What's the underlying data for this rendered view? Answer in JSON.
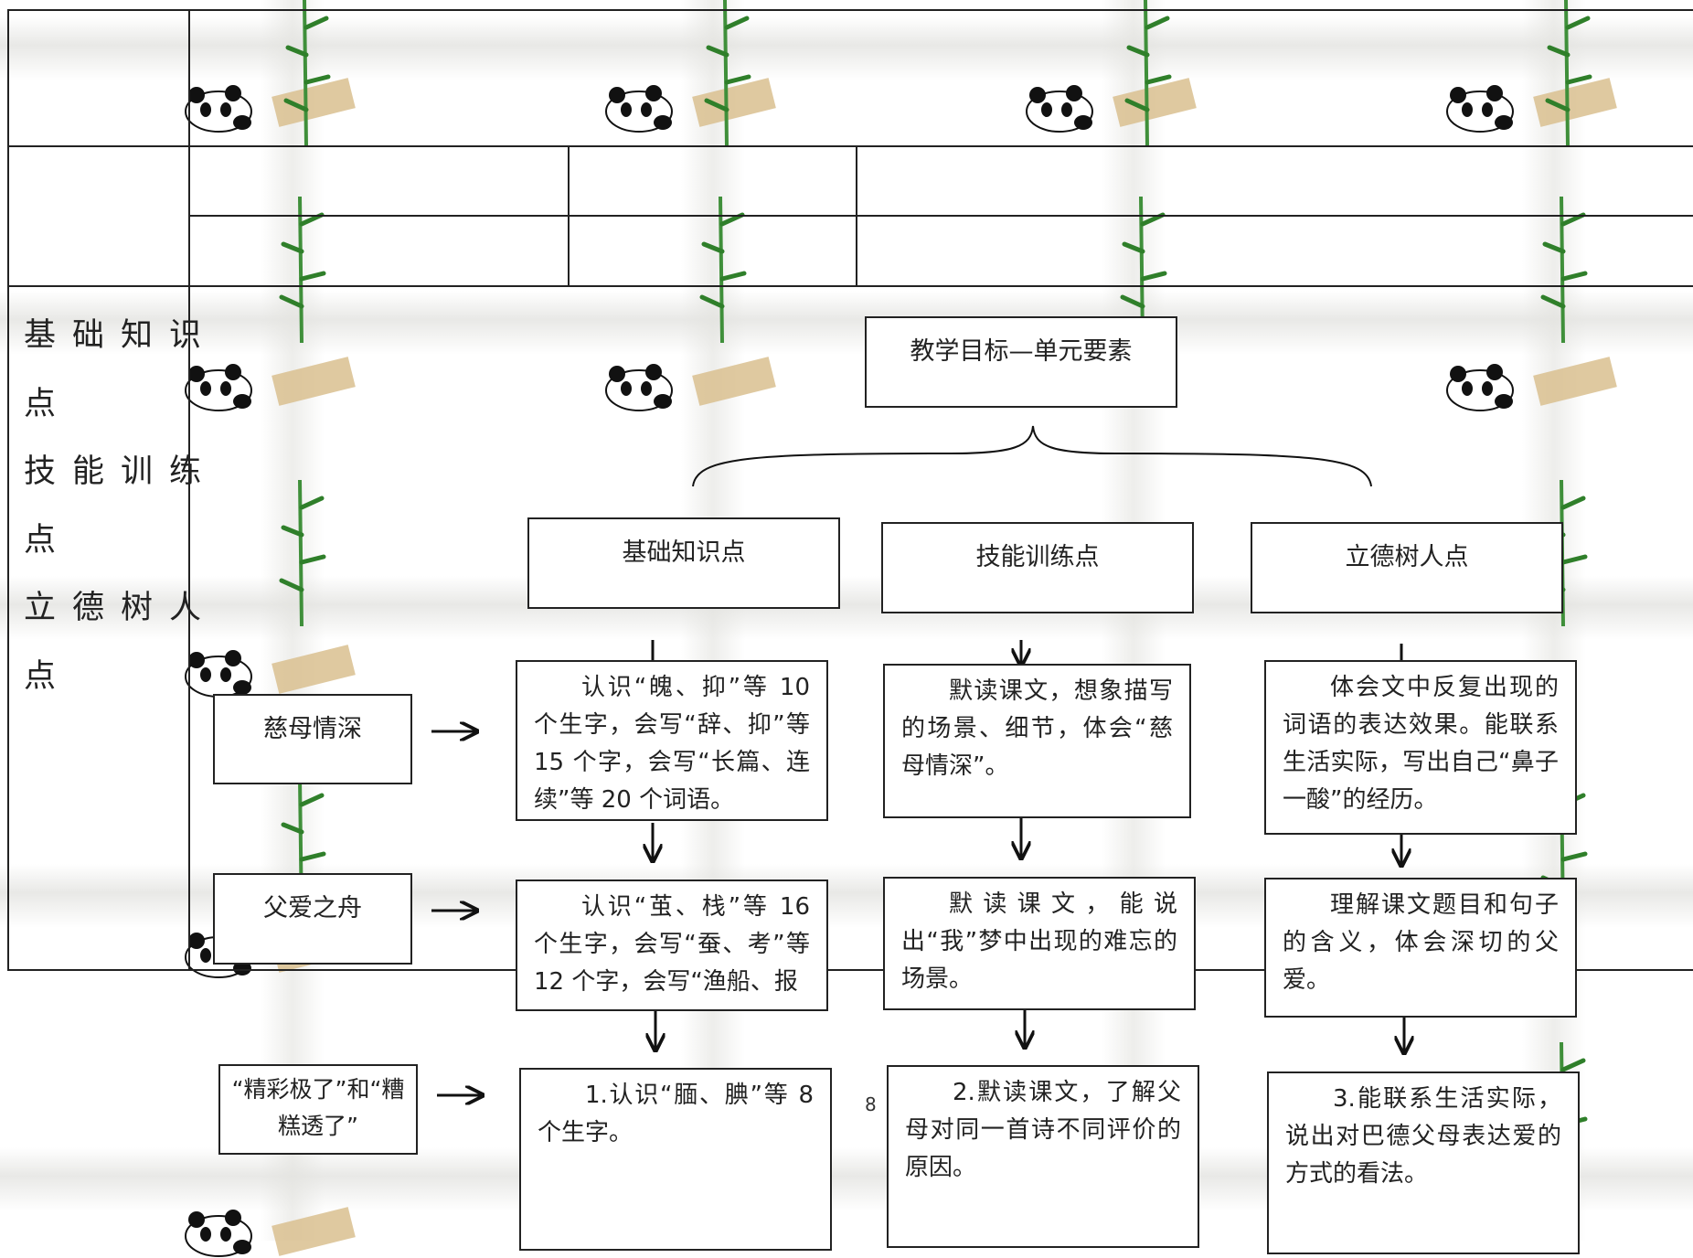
{
  "side_labels": [
    "基础知识",
    "点",
    "技能训练",
    "点",
    "立德树人",
    "点"
  ],
  "goal_title": "教学目标—单元要素",
  "categories": [
    "基础知识点",
    "技能训练点",
    "立德树人点"
  ],
  "lessons": [
    {
      "name": "慈母情深",
      "knowledge": "认识“魄、抑”等 10 个生字，会写“辞、抑”等 15 个字，会写“长篇、连续”等 20 个词语。",
      "skill": "默读课文，想象描写的场景、细节，体会“慈母情深”。",
      "moral": "体会文中反复出现的词语的表达效果。能联系生活实际，写出自己“鼻子一酸”的经历。"
    },
    {
      "name": "父爱之舟",
      "knowledge": "认识“茧、栈”等 16 个生字，会写“蚕、考”等 12 个字，会写“渔船、报",
      "skill": "默读课文，能说出“我”梦中出现的难忘的场景。",
      "moral": "理解课文题目和句子的含义，体会深切的父爱。"
    },
    {
      "name": "“精彩极了”和“糟糕透了”",
      "knowledge": "1.认识“腼、腆”等 8 个生字。",
      "skill": "2.默读课文，了解父母对同一首诗不同评价的原因。",
      "moral": "3.能联系生活实际，说出对巴德父母表达爱的方式的看法。"
    }
  ],
  "page_number": "8",
  "icons": [
    "panda-sticker-icon",
    "bamboo-icon",
    "tape-icon",
    "arrow-right-icon",
    "arrow-down-icon",
    "brace-icon"
  ]
}
